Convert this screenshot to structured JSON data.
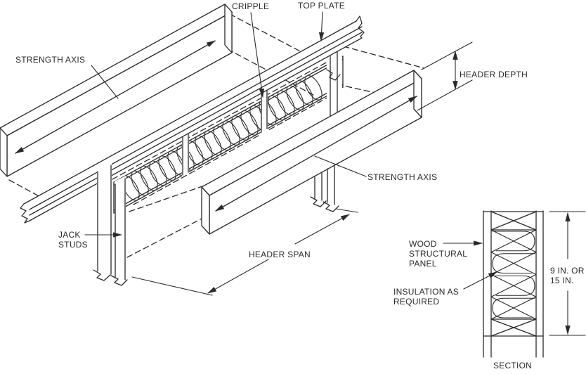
{
  "diagram": {
    "labels": {
      "strength_axis_rear": "STRENGTH AXIS",
      "strength_axis_front": "STRENGTH AXIS",
      "cripple": "CRIPPLE",
      "top_plate": "TOP PLATE",
      "header_depth": "HEADER DEPTH",
      "jack_studs": [
        "JACK",
        "STUDS"
      ],
      "header_span": "HEADER SPAN",
      "wood_structural_panel": [
        "WOOD",
        "STRUCTURAL",
        "PANEL"
      ],
      "insulation_as_required": [
        "INSULATION AS",
        "REQUIRED"
      ],
      "section_depth": [
        "9 IN. OR",
        "15 IN."
      ],
      "section": "SECTION"
    },
    "colors": {
      "line": "#2a2a2a",
      "background": "#ffffff"
    }
  }
}
